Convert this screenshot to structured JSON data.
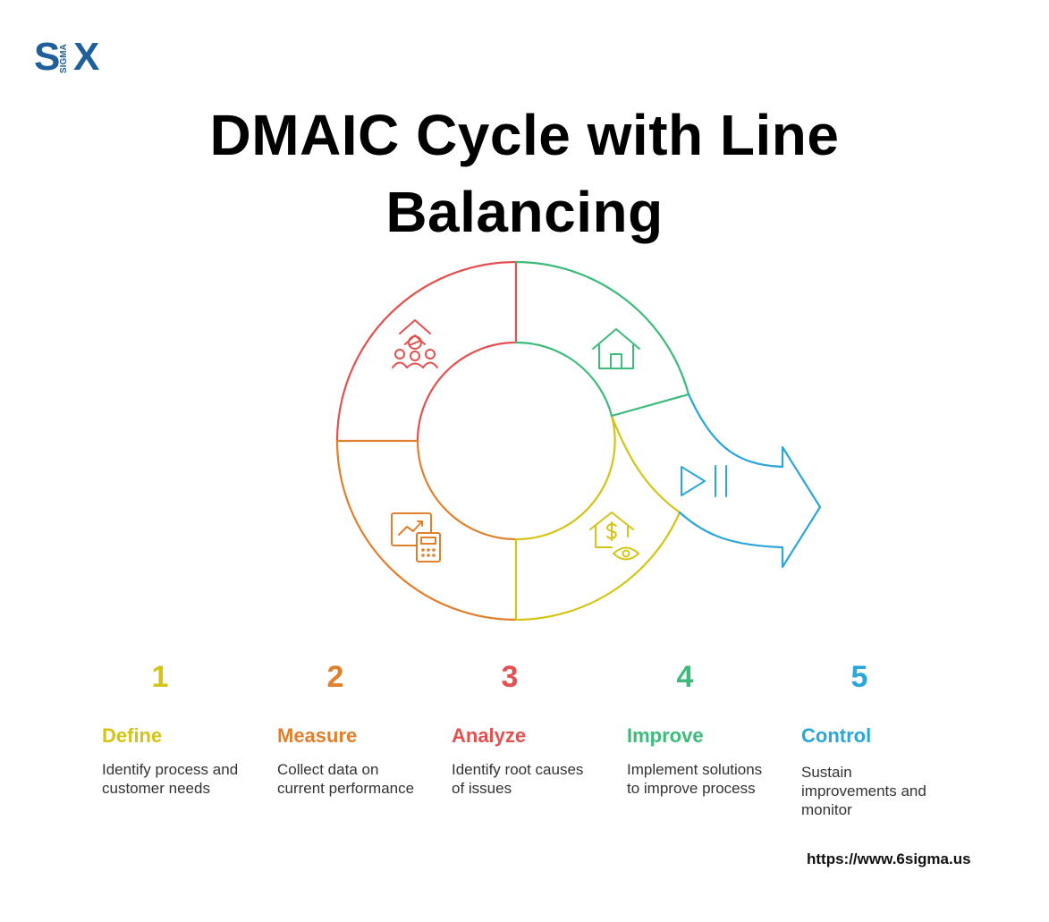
{
  "logo": {
    "text_s": "S",
    "text_x": "X",
    "text_sigma": "SIGMA"
  },
  "title": {
    "line1": "DMAIC Cycle with Line",
    "line2": "Balancing"
  },
  "colors": {
    "define": "#d4c415",
    "measure": "#e07f2c",
    "analyze": "#e2504f",
    "improve": "#3dbb7a",
    "control": "#2aa6d8",
    "logo_blue": "#1f5f9b"
  },
  "steps": [
    {
      "number": "1",
      "label": "Define",
      "description_lines": [
        "Identify process and",
        "customer needs"
      ],
      "icon": "house-dollar-eye-icon"
    },
    {
      "number": "2",
      "label": "Measure",
      "description_lines": [
        "Collect data on",
        "current performance"
      ],
      "icon": "chart-calculator-icon"
    },
    {
      "number": "3",
      "label": "Analyze",
      "description_lines": [
        "Identify root causes",
        "of issues"
      ],
      "icon": "team-growth-icon"
    },
    {
      "number": "4",
      "label": "Improve",
      "description_lines": [
        "Implement solutions",
        "to improve process"
      ],
      "icon": "house-icon"
    },
    {
      "number": "5",
      "label": "Control",
      "description_lines": [
        "Sustain",
        "improvements and",
        "monitor"
      ],
      "icon": "play-pause-icon"
    }
  ],
  "footer": {
    "url": "https://www.6sigma.us"
  }
}
